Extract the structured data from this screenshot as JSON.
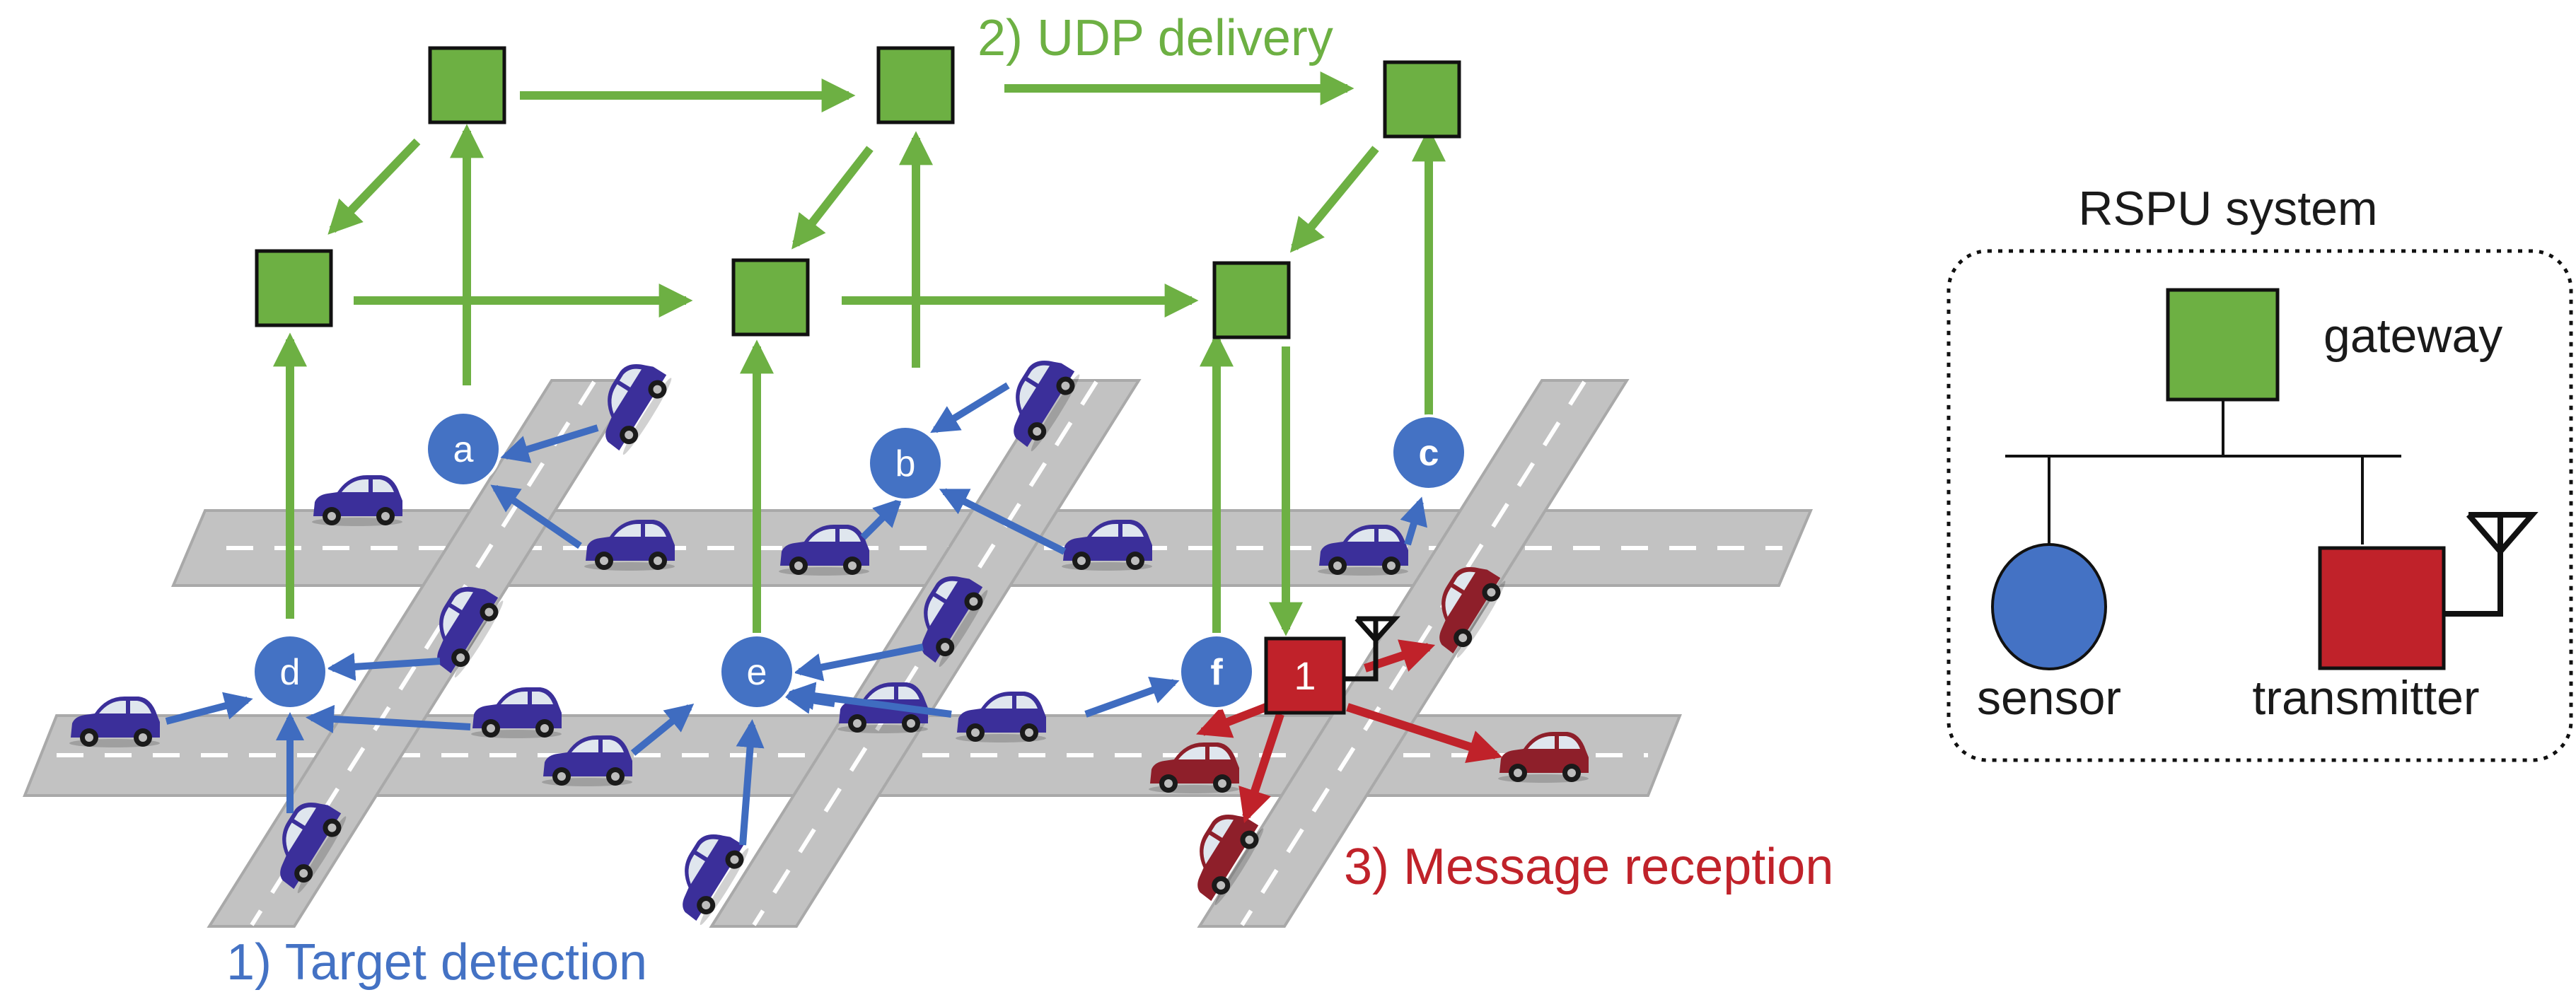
{
  "colors": {
    "road": "#c2c2c2",
    "road_edge": "#a9a9a9",
    "lane_dash": "#ffffff",
    "gateway_fill": "#6db043",
    "green_arrow": "#6db043",
    "sensor_fill": "#4472c4",
    "blue_arrow": "#3f6cc0",
    "transmitter_fill": "#c0222a",
    "red_arrow": "#c0222a",
    "car_blue": "#3b2f9a",
    "car_red": "#8e1f2a",
    "text_dark": "#1a1a1a",
    "green_text": "#6db043",
    "blue_text": "#4472c4",
    "red_text": "#c0222a"
  },
  "labels": {
    "udp": "2) UDP delivery",
    "detection": "1) Target detection",
    "reception": "3) Message reception"
  },
  "sensors": [
    "a",
    "b",
    "c",
    "d",
    "e",
    "f"
  ],
  "transmitter_id": "1",
  "legend": {
    "title": "RSPU system",
    "gateway": "gateway",
    "sensor": "sensor",
    "transmitter": "transmitter"
  },
  "icons": {
    "antenna": "antenna-icon",
    "car": "car-icon"
  }
}
